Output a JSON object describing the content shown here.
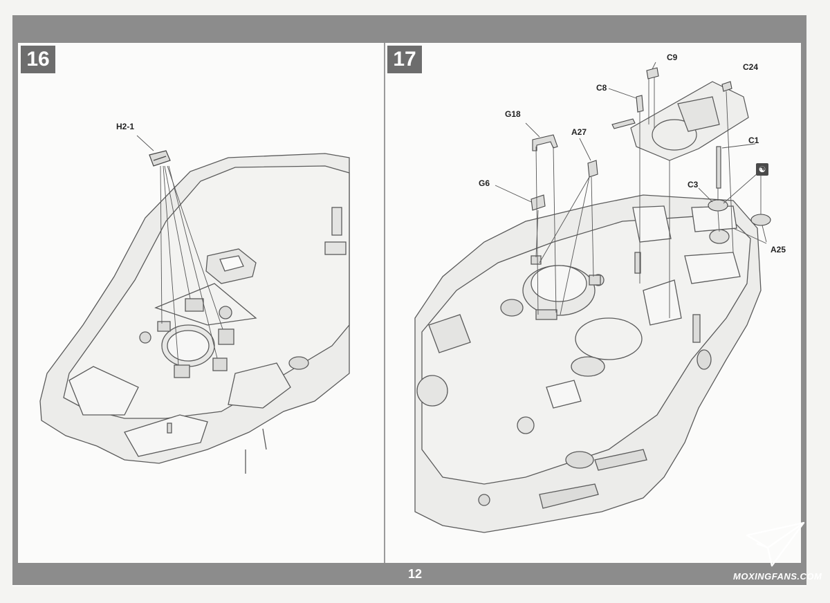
{
  "steps": {
    "left": {
      "number": "16",
      "parts": {
        "h2_1": "H2-1"
      }
    },
    "right": {
      "number": "17",
      "parts": {
        "c9": "C9",
        "c24": "C24",
        "c8": "C8",
        "g18": "G18",
        "a27": "A27",
        "c1": "C1",
        "g6": "G6",
        "c3": "C3",
        "a25": "A25"
      },
      "symbol_badge": "☯"
    }
  },
  "page_number": "12",
  "watermark": "MOXINGFANS.COM",
  "colors": {
    "band": "#8c8c8c",
    "step_box": "#6d6d6d",
    "hull": "#ececea",
    "line": "#555555"
  }
}
